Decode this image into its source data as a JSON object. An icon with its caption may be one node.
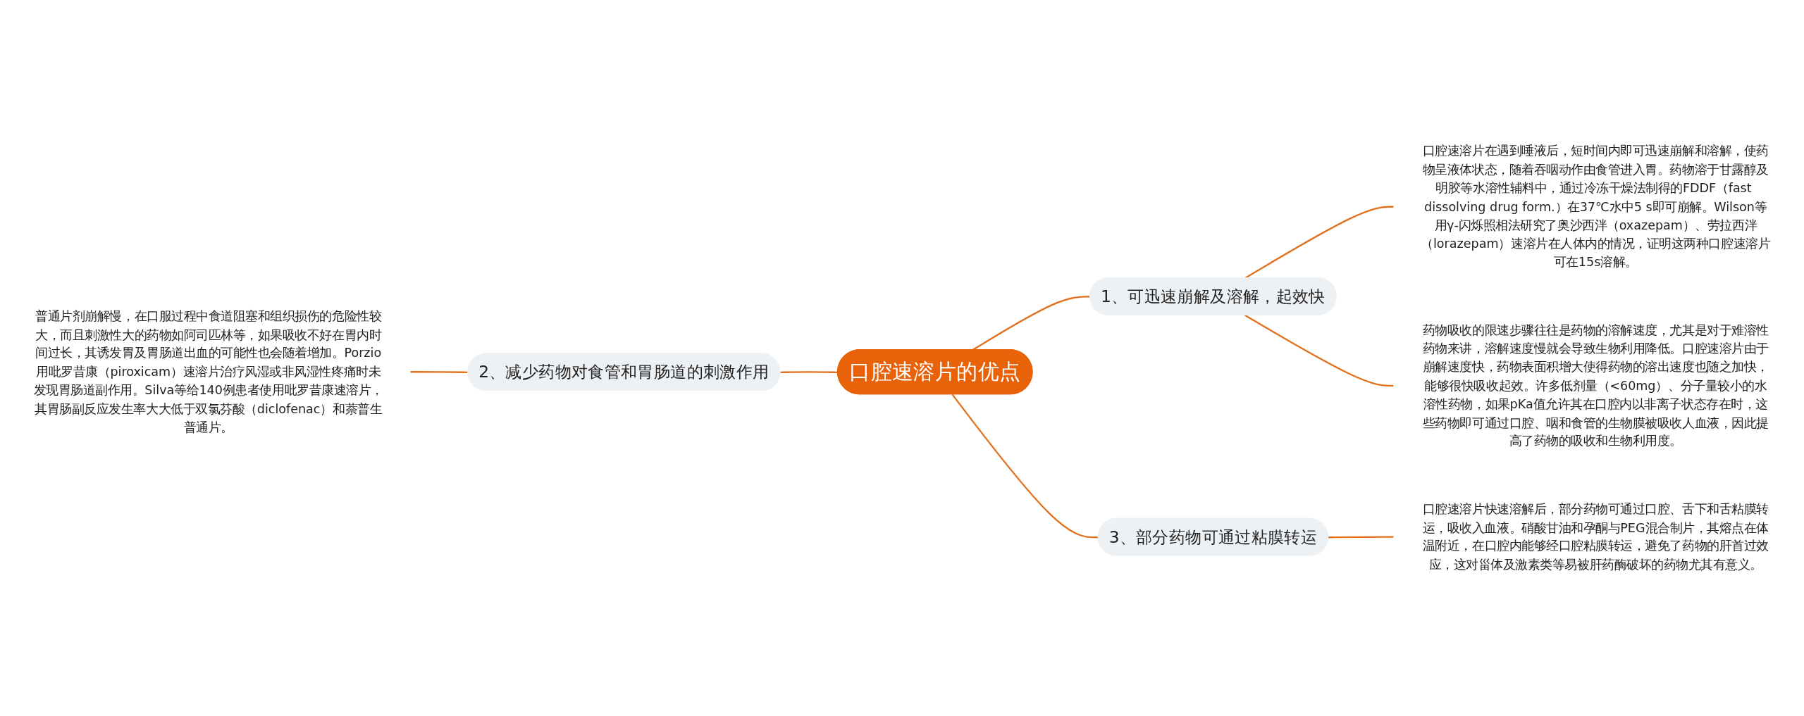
{
  "diagram": {
    "nodes": [
      {
        "text": [
          "口腔速溶片的优点"
        ]
      },
      {
        "text": [
          "1、可迅速崩解及溶解，起效快"
        ]
      },
      {
        "text": [
          "口腔速溶片在遇到唾液后，短时间内即可迅速崩解和溶解，使药物呈液体状态，随着吞咽动作由食管进入胃。药物溶于甘露醇及明胶等水溶性辅料中，通过冷冻干燥法制得的FDDF（fast dissolving drug form.）在37℃水中5 s即可崩解。Wilson等用γ-闪烁照相法研究了奥沙西泮（oxazepam）、劳拉西泮（lorazepam）速溶片在人体内的情况，证明这两种口腔速溶片可在15s溶解。"
        ]
      },
      {
        "text": [
          "药物吸收的限速步骤往往是药物的溶解速度，尤其是对于难溶性药物来讲，溶解速度慢就会导致生物利用降低。口腔速溶片由于崩解速度快，药物表面积增大使得药物的溶出速度也随之加快，能够很快吸收起效。许多低剂量（<60mg）、分子量较小的水溶性药物，如果pKa值允许其在口腔内以非离子状态存在时，这些药物即可通过口腔、咽和食管的生物膜被吸收人血液，因此提高了药物的吸收和生物利用度。"
        ]
      },
      {
        "text": [
          "普通片剂崩解慢，在口服过程中食道阻塞和组织损伤的危险性较大，而且刺激性大的药物如阿司匹林等，如果吸收不好在胃内时间过长，其诱发胃及胃肠道出血的可能性也会随着增加。Porzio用吡罗昔康（piroxicam）速溶片治疗风湿或非风湿性疼痛时未发现胃肠道副作用。Silva等给140例患者使用吡罗昔康速溶片，其胃肠副反应发生率大大低于双氯芬酸（diclofenac）和萘普生普通片。"
        ]
      },
      {
        "text": [
          "2、减少药物对食管和胃肠道的刺激作用"
        ]
      },
      {
        "text": [
          "3、部分药物可通过粘膜转运"
        ]
      },
      {
        "text": [
          "口腔速溶片快速溶解后，部分药物可通过口腔、舌下和舌粘膜转运，吸收入血液。硝酸甘油和孕酮与PEG混合制片，其熔点在体温附近，在口腔内能够经口腔粘膜转运，避免了药物的肝首过效应，这对甾体及激素类等易被肝药酶破坏的药物尤其有意义。"
        ]
      }
    ],
    "edges": [
      {
        "from": 0,
        "to": 1,
        "arrow": "none"
      },
      {
        "from": 1,
        "to": 2,
        "arrow": "none"
      },
      {
        "from": 1,
        "to": 3,
        "arrow": "none"
      },
      {
        "from": 4,
        "to": 5,
        "arrow": "none"
      },
      {
        "from": 5,
        "to": 0,
        "arrow": "none"
      },
      {
        "from": 0,
        "to": 6,
        "arrow": "none"
      },
      {
        "from": 6,
        "to": 7,
        "arrow": "none"
      }
    ]
  }
}
